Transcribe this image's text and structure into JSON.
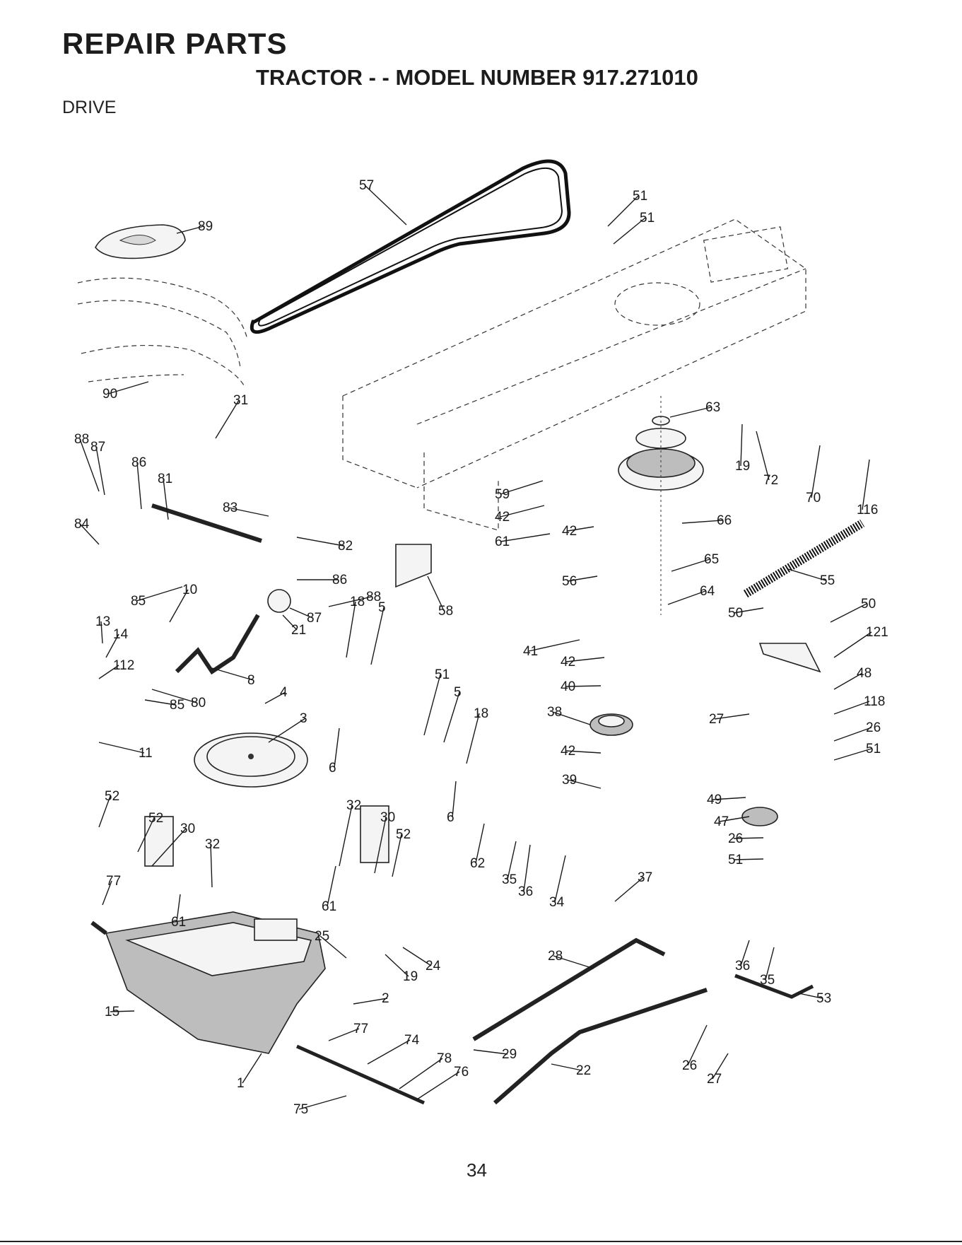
{
  "header": {
    "title": "REPAIR PARTS",
    "subtitle": "TRACTOR - - MODEL NUMBER 917.271010",
    "section": "DRIVE"
  },
  "page_number": "34",
  "callouts": [
    {
      "id": "c57",
      "label": "57"
    },
    {
      "id": "c51a",
      "label": "51"
    },
    {
      "id": "c51b",
      "label": "51"
    },
    {
      "id": "c89",
      "label": "89"
    },
    {
      "id": "c90",
      "label": "90"
    },
    {
      "id": "c31",
      "label": "31"
    },
    {
      "id": "c88a",
      "label": "88"
    },
    {
      "id": "c87a",
      "label": "87"
    },
    {
      "id": "c86a",
      "label": "86"
    },
    {
      "id": "c81",
      "label": "81"
    },
    {
      "id": "c84",
      "label": "84"
    },
    {
      "id": "c83",
      "label": "83"
    },
    {
      "id": "c82",
      "label": "82"
    },
    {
      "id": "c86b",
      "label": "86"
    },
    {
      "id": "c88b",
      "label": "88"
    },
    {
      "id": "c87b",
      "label": "87"
    },
    {
      "id": "c21",
      "label": "21"
    },
    {
      "id": "c85a",
      "label": "85"
    },
    {
      "id": "c10",
      "label": "10"
    },
    {
      "id": "c13",
      "label": "13"
    },
    {
      "id": "c14",
      "label": "14"
    },
    {
      "id": "c112",
      "label": "112"
    },
    {
      "id": "c8",
      "label": "8"
    },
    {
      "id": "c80",
      "label": "80"
    },
    {
      "id": "c85b",
      "label": "85"
    },
    {
      "id": "c4",
      "label": "4"
    },
    {
      "id": "c3",
      "label": "3"
    },
    {
      "id": "c11",
      "label": "11"
    },
    {
      "id": "c58",
      "label": "58"
    },
    {
      "id": "c18a",
      "label": "18"
    },
    {
      "id": "c5a",
      "label": "5"
    },
    {
      "id": "c51c",
      "label": "51"
    },
    {
      "id": "c5b",
      "label": "5"
    },
    {
      "id": "c18b",
      "label": "18"
    },
    {
      "id": "c6a",
      "label": "6"
    },
    {
      "id": "c6b",
      "label": "6"
    },
    {
      "id": "c59",
      "label": "59"
    },
    {
      "id": "c42a",
      "label": "42"
    },
    {
      "id": "c61a",
      "label": "61"
    },
    {
      "id": "c63",
      "label": "63"
    },
    {
      "id": "c19a",
      "label": "19"
    },
    {
      "id": "c72",
      "label": "72"
    },
    {
      "id": "c70",
      "label": "70"
    },
    {
      "id": "c116",
      "label": "116"
    },
    {
      "id": "c66",
      "label": "66"
    },
    {
      "id": "c42b",
      "label": "42"
    },
    {
      "id": "c56",
      "label": "56"
    },
    {
      "id": "c65",
      "label": "65"
    },
    {
      "id": "c64",
      "label": "64"
    },
    {
      "id": "c55",
      "label": "55"
    },
    {
      "id": "c50a",
      "label": "50"
    },
    {
      "id": "c50b",
      "label": "50"
    },
    {
      "id": "c41",
      "label": "41"
    },
    {
      "id": "c42c",
      "label": "42"
    },
    {
      "id": "c40",
      "label": "40"
    },
    {
      "id": "c38",
      "label": "38"
    },
    {
      "id": "c42d",
      "label": "42"
    },
    {
      "id": "c39",
      "label": "39"
    },
    {
      "id": "c121",
      "label": "121"
    },
    {
      "id": "c48",
      "label": "48"
    },
    {
      "id": "c118",
      "label": "118"
    },
    {
      "id": "c27a",
      "label": "27"
    },
    {
      "id": "c26a",
      "label": "26"
    },
    {
      "id": "c51d",
      "label": "51"
    },
    {
      "id": "c49",
      "label": "49"
    },
    {
      "id": "c47",
      "label": "47"
    },
    {
      "id": "c26b",
      "label": "26"
    },
    {
      "id": "c51e",
      "label": "51"
    },
    {
      "id": "c52a",
      "label": "52"
    },
    {
      "id": "c52b",
      "label": "52"
    },
    {
      "id": "c30a",
      "label": "30"
    },
    {
      "id": "c32a",
      "label": "32"
    },
    {
      "id": "c77a",
      "label": "77"
    },
    {
      "id": "c61b",
      "label": "61"
    },
    {
      "id": "c32b",
      "label": "32"
    },
    {
      "id": "c30b",
      "label": "30"
    },
    {
      "id": "c52c",
      "label": "52"
    },
    {
      "id": "c61c",
      "label": "61"
    },
    {
      "id": "c62",
      "label": "62"
    },
    {
      "id": "c35a",
      "label": "35"
    },
    {
      "id": "c36a",
      "label": "36"
    },
    {
      "id": "c34",
      "label": "34"
    },
    {
      "id": "c37",
      "label": "37"
    },
    {
      "id": "c25",
      "label": "25"
    },
    {
      "id": "c19b",
      "label": "19"
    },
    {
      "id": "c24",
      "label": "24"
    },
    {
      "id": "c2",
      "label": "2"
    },
    {
      "id": "c15",
      "label": "15"
    },
    {
      "id": "c1",
      "label": "1"
    },
    {
      "id": "c77b",
      "label": "77"
    },
    {
      "id": "c74",
      "label": "74"
    },
    {
      "id": "c78",
      "label": "78"
    },
    {
      "id": "c76",
      "label": "76"
    },
    {
      "id": "c75",
      "label": "75"
    },
    {
      "id": "c28",
      "label": "28"
    },
    {
      "id": "c29",
      "label": "29"
    },
    {
      "id": "c22",
      "label": "22"
    },
    {
      "id": "c36b",
      "label": "36"
    },
    {
      "id": "c35b",
      "label": "35"
    },
    {
      "id": "c53",
      "label": "53"
    },
    {
      "id": "c26c",
      "label": "26"
    },
    {
      "id": "c27b",
      "label": "27"
    }
  ]
}
